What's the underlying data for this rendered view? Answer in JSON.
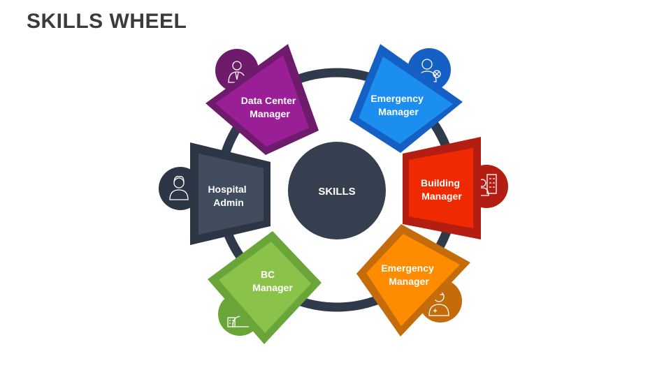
{
  "title": "SKILLS WHEEL",
  "center": {
    "label": "SKILLS",
    "color": "#353f4f"
  },
  "ring_color": "#2f3a4b",
  "segments": [
    {
      "label_lines": [
        "Data Center",
        "Manager"
      ],
      "color": "#9a1f96",
      "dark": "#6e1b6b",
      "icon": "manager-with-tie-icon"
    },
    {
      "label_lines": [
        "Emergency",
        "Manager"
      ],
      "color": "#1c8ef0",
      "dark": "#1560c4",
      "icon": "stressed-manager-icon"
    },
    {
      "label_lines": [
        "Building",
        "Manager"
      ],
      "color": "#f02a00",
      "dark": "#b31d12",
      "icon": "building-manager-icon"
    },
    {
      "label_lines": [
        "Emergency",
        "Manager"
      ],
      "color": "#ff8c00",
      "dark": "#c46c0b",
      "icon": "doctor-manager-icon"
    },
    {
      "label_lines": [
        "BC",
        "Manager"
      ],
      "color": "#8bc34a",
      "dark": "#6aa53a",
      "icon": "business-manager-icon"
    },
    {
      "label_lines": [
        "Hospital",
        "Admin"
      ],
      "color": "#414d5f",
      "dark": "#2c3645",
      "icon": "woman-admin-icon"
    }
  ]
}
